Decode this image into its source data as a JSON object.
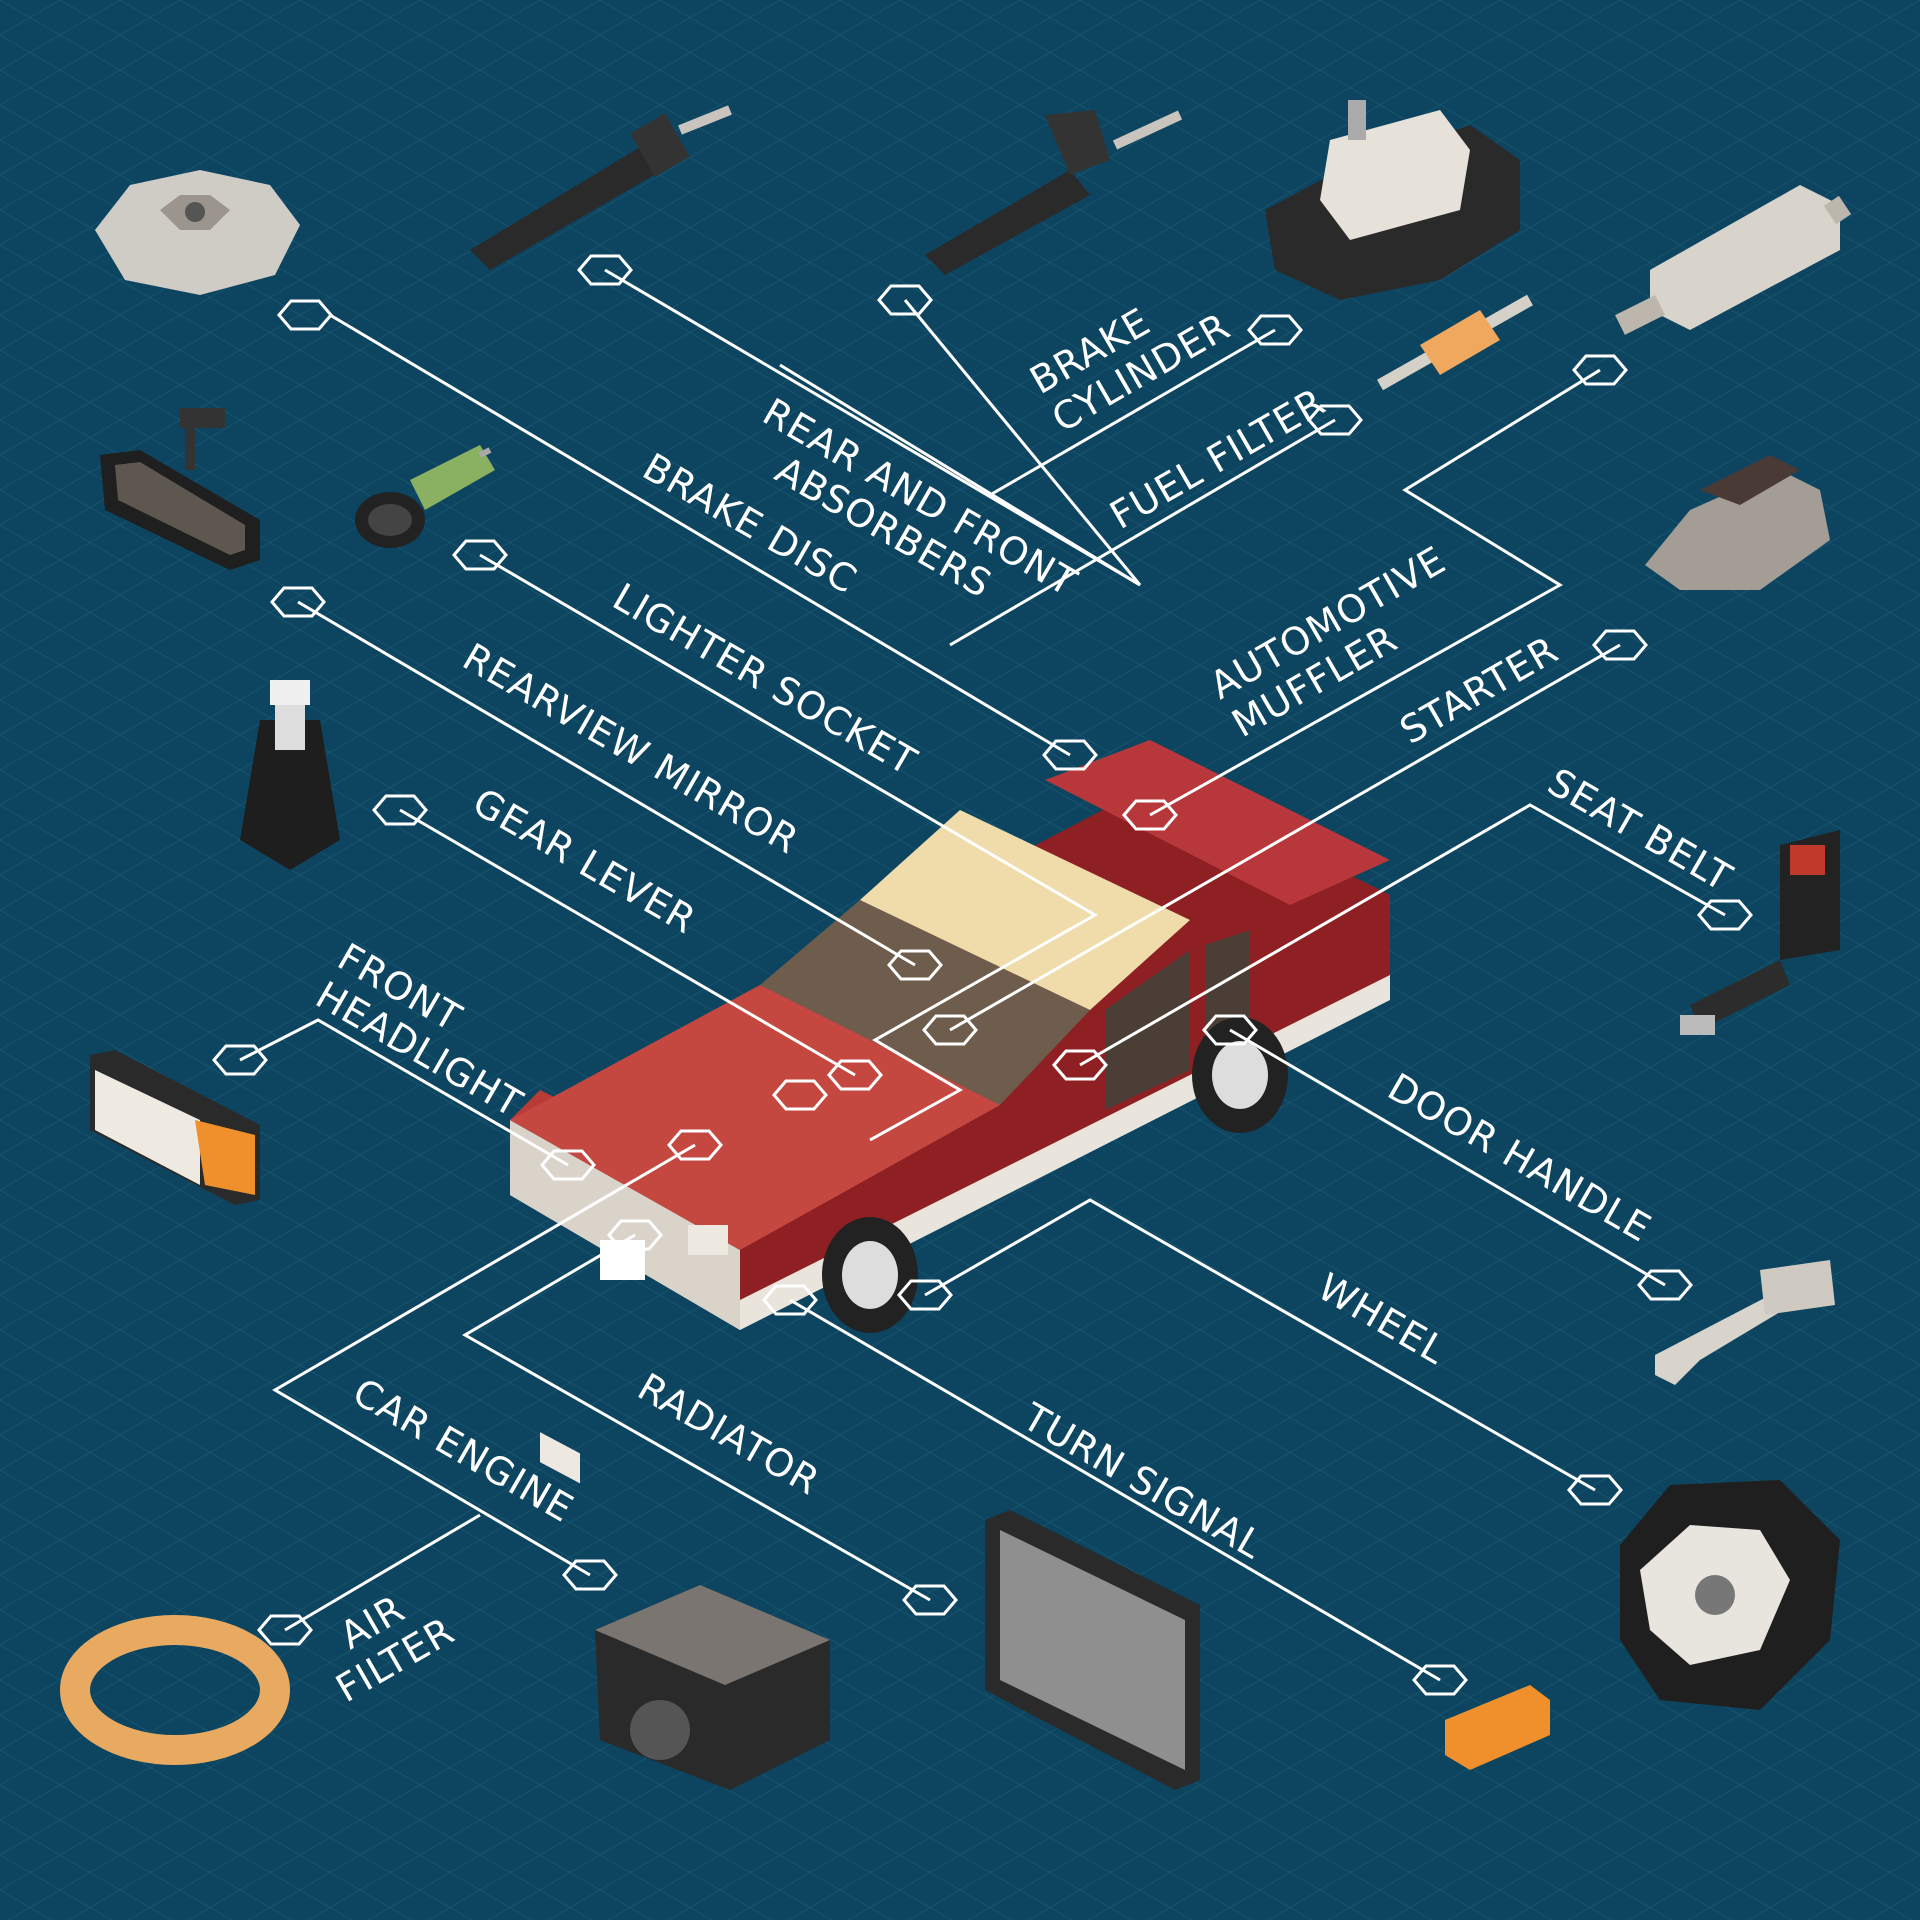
{
  "labels": {
    "brake_cylinder": [
      "BRAKE",
      "CYLINDER"
    ],
    "rear_front_absorbers": [
      "REAR AND FRONT",
      "ABSORBERS"
    ],
    "fuel_filter": "FUEL FILTER",
    "brake_disc": "BRAKE DISC",
    "lighter_socket": "LIGHTER SOCKET",
    "automotive_muffler": [
      "AUTOMOTIVE",
      "MUFFLER"
    ],
    "rearview_mirror": "REARVIEW MIRROR",
    "starter": "STARTER",
    "gear_lever": "GEAR LEVER",
    "seat_belt": "SEAT BELT",
    "front_headlight": [
      "FRONT",
      "HEADLIGHT"
    ],
    "door_handle": "DOOR HANDLE",
    "wheel": "WHEEL",
    "car_engine": "CAR ENGINE",
    "radiator": "RADIATOR",
    "turn_signal": "TURN SIGNAL",
    "air_filter": [
      "AIR",
      "FILTER"
    ]
  },
  "colors": {
    "background": "#0d4560",
    "grid": "#1d5a75",
    "line": "#ffffff",
    "car_body": "#a8383a",
    "car_roof": "#efdcaa",
    "accent_orange": "#f0902c"
  }
}
